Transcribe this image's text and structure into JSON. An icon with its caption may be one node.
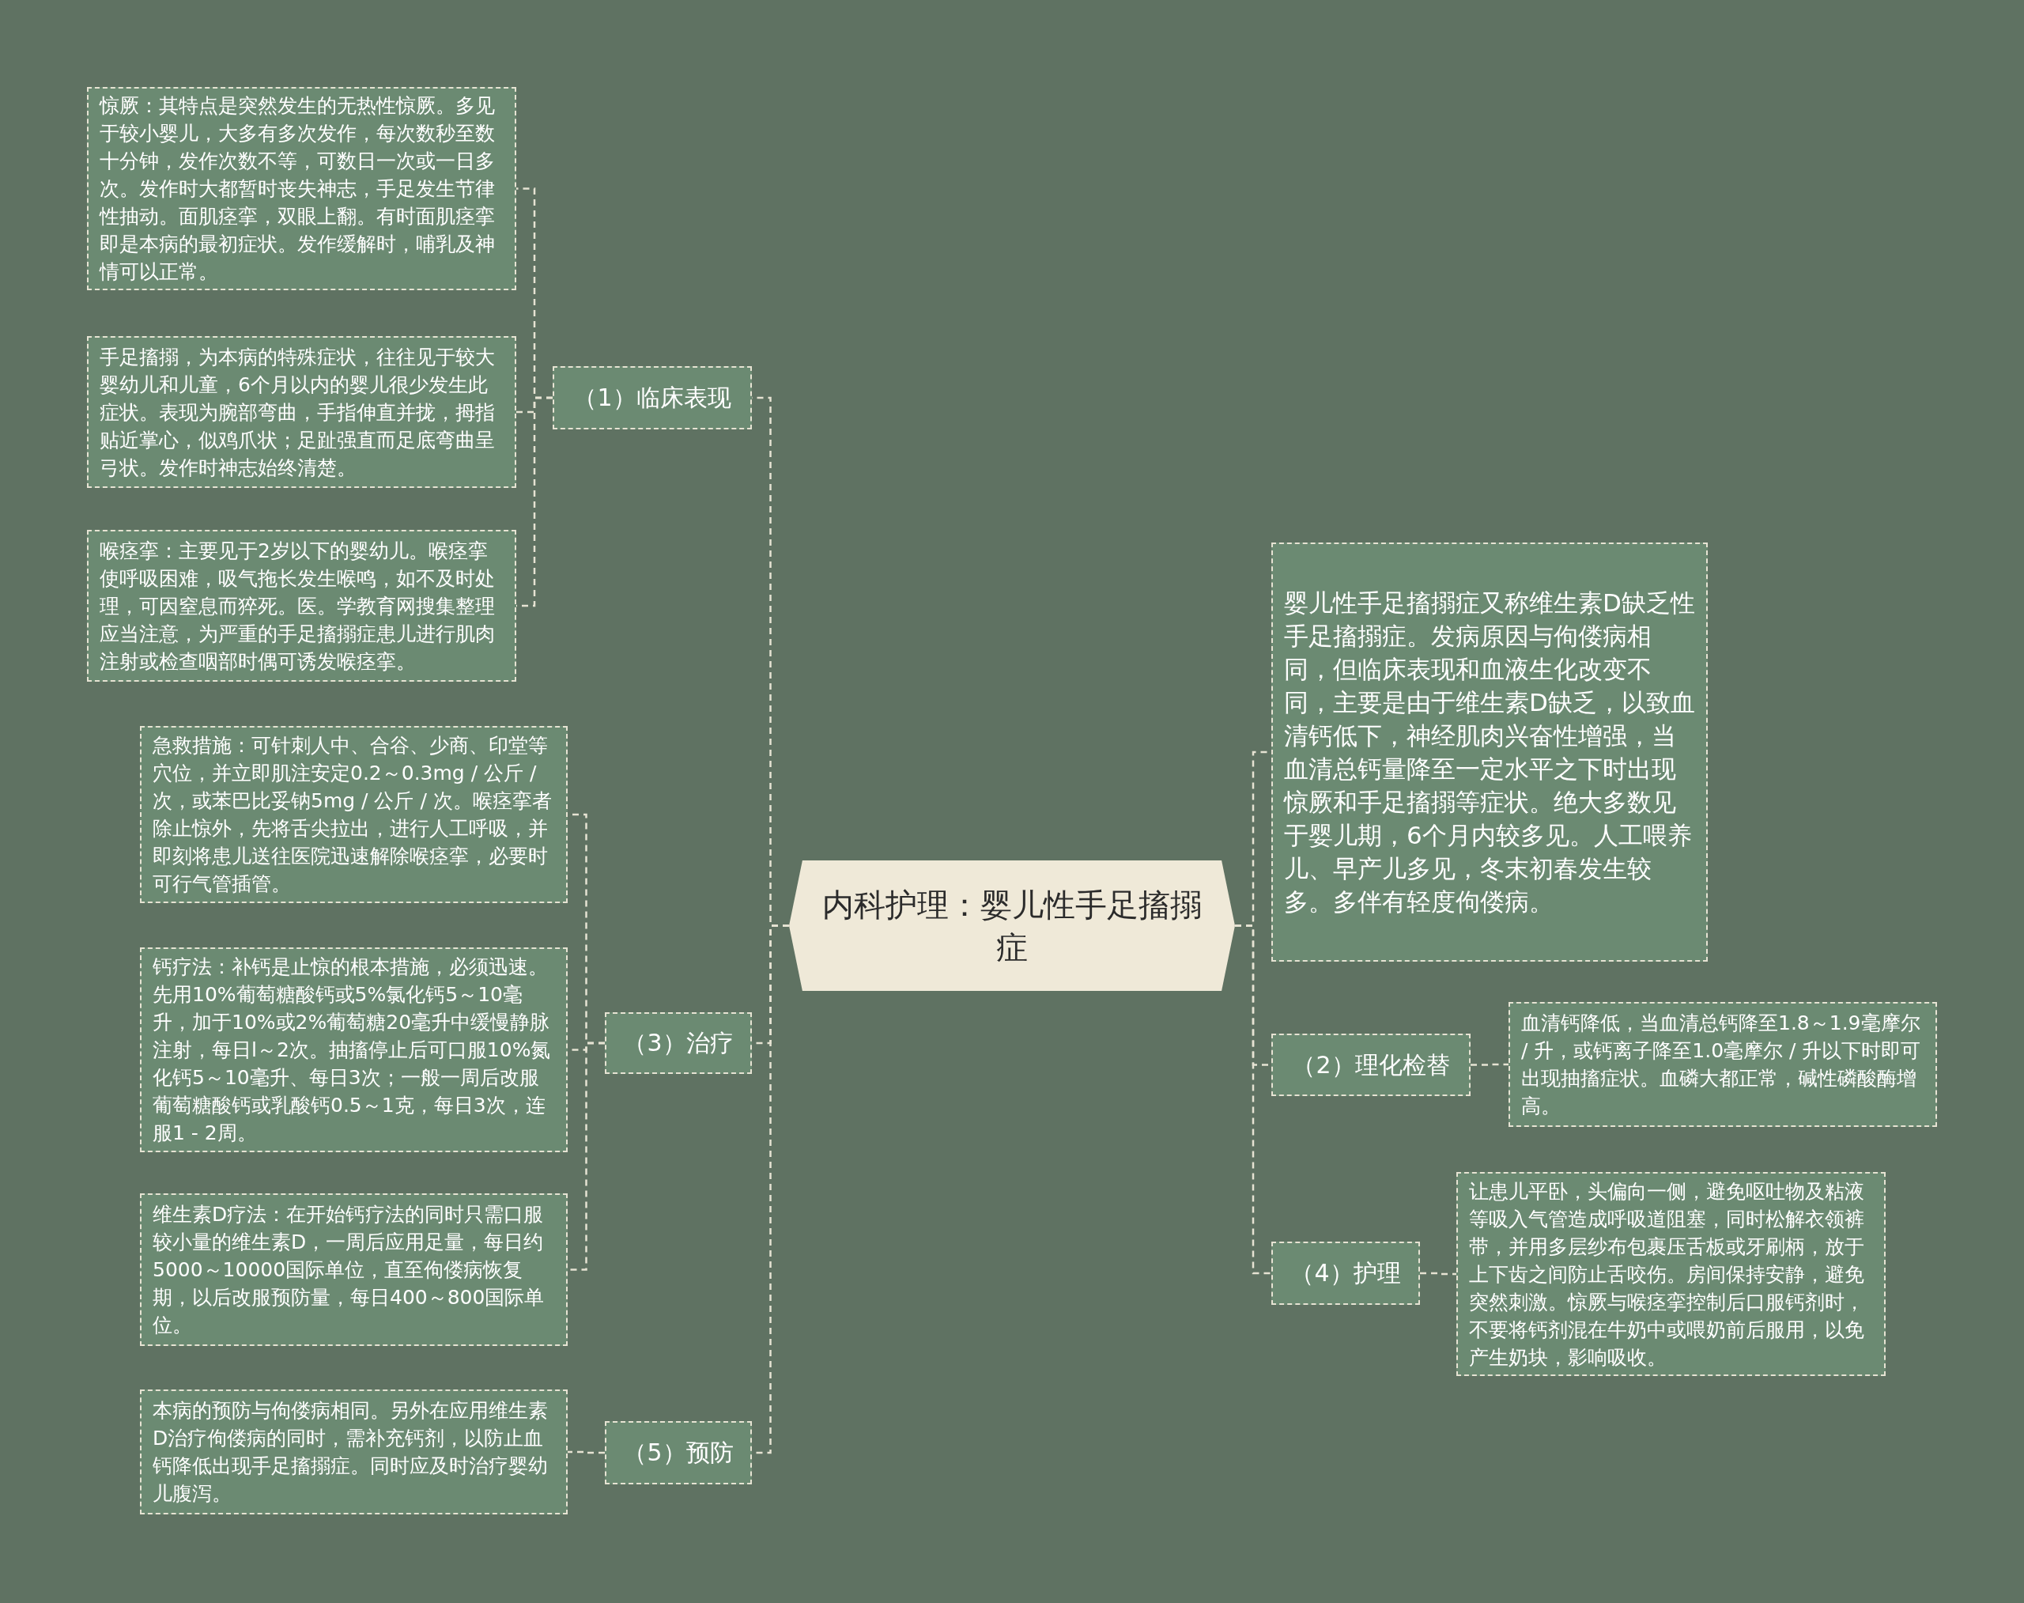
{
  "diagram": {
    "nodes": [
      {
        "text": [
          "内科护理：婴儿性手足搐搦症"
        ]
      },
      {
        "text": [
          "（1）临床表现"
        ]
      },
      {
        "text": [
          "惊厥：其特点是突然发生的无热性惊厥。多见于较小婴儿，大多有多次发作，每次数秒至数十分钟，发作次数不等，可数日一次或一日多次。发作时大都暂时丧失神志，手足发生节律性抽动。面肌痉挛，双眼上翻。有时面肌痉挛即是本病的最初症状。发作缓解时，哺乳及神情可以正常。"
        ]
      },
      {
        "text": [
          "手足搐搦，为本病的特殊症状，往往见于较大婴幼儿和儿童，6个月以内的婴儿很少发生此症状。表现为腕部弯曲，手指伸直并拢，拇指贴近掌心，似鸡爪状；足趾强直而足底弯曲呈弓状。发作时神志始终清楚。"
        ]
      },
      {
        "text": [
          "喉痉挛：主要见于2岁以下的婴幼儿。喉痉挛使呼吸困难，吸气拖长发生喉鸣，如不及时处理，可因窒息而猝死。医。学教育网搜集整理应当注意，为严重的手足搐搦症患儿进行肌肉注射或检查咽部时偶可诱发喉痉挛。"
        ]
      },
      {
        "text": [
          "（3）治疗"
        ]
      },
      {
        "text": [
          "急救措施：可针刺人中、合谷、少商、印堂等穴位，并立即肌注安定0.2～0.3mg / 公斤 / 次，或苯巴比妥钠5mg / 公斤 / 次。喉痉挛者除止惊外，先将舌尖拉出，进行人工呼吸，并即刻将患儿送往医院迅速解除喉痉挛，必要时可行气管插管。"
        ]
      },
      {
        "text": [
          "钙疗法：补钙是止惊的根本措施，必须迅速。先用10%葡萄糖酸钙或5%氯化钙5～10毫升，加于10%或2%葡萄糖20毫升中缓慢静脉注射，每日l～2次。抽搐停止后可口服10%氮化钙5～10毫升、每日3次；一般一周后改服葡萄糖酸钙或乳酸钙0.5～1克，每日3次，连服1 - 2周。"
        ]
      },
      {
        "text": [
          "维生素D疗法：在开始钙疗法的同时只需口服较小量的维生素D，一周后应用足量，每日约5000～10000国际单位，直至佝偻病恢复期，以后改服预防量，每日400～800国际单位。"
        ]
      },
      {
        "text": [
          "（5）预防"
        ]
      },
      {
        "text": [
          "本病的预防与佝偻病相同。另外在应用维生素D治疗佝偻病的同时，需补充钙剂，以防止血钙降低出现手足搐搦症。同时应及时治疗婴幼儿腹泻。"
        ]
      },
      {
        "text": [
          "婴儿性手足搐搦症又称维生素D缺乏性手足搐搦症。发病原因与佝偻病相同，但临床表现和血液生化改变不同，主要是由于维生素D缺乏，以致血清钙低下，神经肌肉兴奋性增强，当血清总钙量降至一定水平之下时出现惊厥和手足搐搦等症状。绝大多数见于婴儿期，6个月内较多见。人工喂养儿、早产儿多见，冬末初春发生较多。多伴有轻度佝偻病。"
        ]
      },
      {
        "text": [
          "（2）理化检替"
        ]
      },
      {
        "text": [
          "血清钙降低，当血清总钙降至1.8～1.9毫摩尔 / 升，或钙离子降至1.0毫摩尔 / 升以下时即可出现抽搐症状。血磷大都正常，碱性磷酸酶增高。"
        ]
      },
      {
        "text": [
          "（4）护理"
        ]
      },
      {
        "text": [
          "让患儿平卧，头偏向一侧，避免呕吐物及粘液等吸入气管造成呼吸道阻塞，同时松解衣领裤带，并用多层纱布包裹压舌板或牙刷柄，放于上下齿之间防止舌咬伤。房间保持安静，避免突然刺激。惊厥与喉痉挛控制后口服钙剂时，不要将钙剂混在牛奶中或喂奶前后服用，以免产生奶块，影响吸收。"
        ]
      }
    ],
    "edges": [
      {
        "from": 0,
        "to": 1,
        "arrow": "none"
      },
      {
        "from": 1,
        "to": 2,
        "arrow": "none"
      },
      {
        "from": 1,
        "to": 3,
        "arrow": "none"
      },
      {
        "from": 1,
        "to": 4,
        "arrow": "none"
      },
      {
        "from": 0,
        "to": 5,
        "arrow": "none"
      },
      {
        "from": 5,
        "to": 6,
        "arrow": "none"
      },
      {
        "from": 5,
        "to": 7,
        "arrow": "none"
      },
      {
        "from": 5,
        "to": 8,
        "arrow": "none"
      },
      {
        "from": 0,
        "to": 9,
        "arrow": "none"
      },
      {
        "from": 9,
        "to": 10,
        "arrow": "none"
      },
      {
        "from": 0,
        "to": 11,
        "arrow": "none"
      },
      {
        "from": 0,
        "to": 12,
        "arrow": "none"
      },
      {
        "from": 12,
        "to": 13,
        "arrow": "none"
      },
      {
        "from": 0,
        "to": 14,
        "arrow": "none"
      },
      {
        "from": 14,
        "to": 15,
        "arrow": "none"
      }
    ]
  }
}
